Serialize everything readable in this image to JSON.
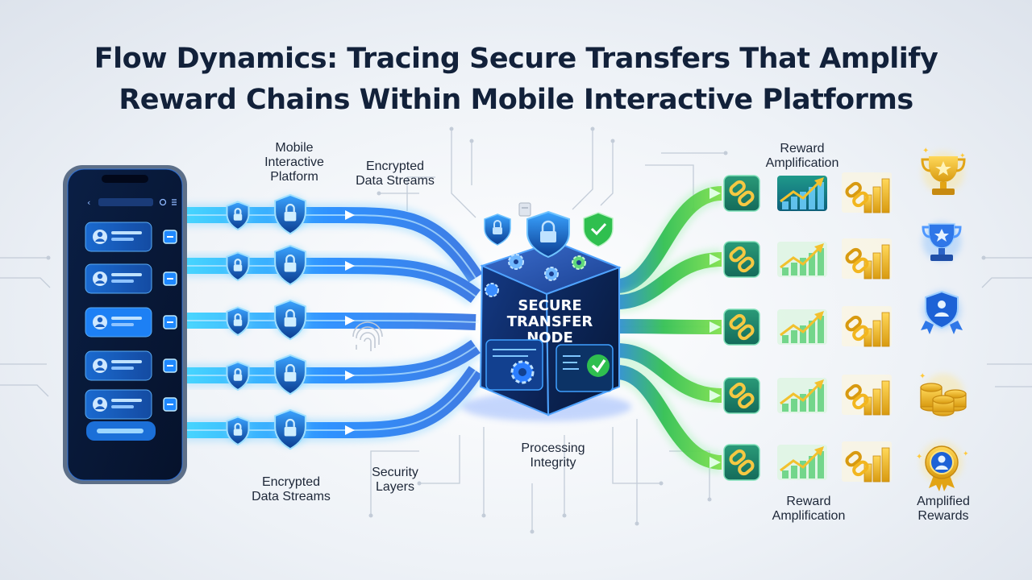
{
  "title": {
    "line1": "Flow Dynamics: Tracing Secure Transfers That Amplify",
    "line2": "Reward Chains Within Mobile Interactive Platforms"
  },
  "labels": {
    "mobile_platform": [
      "Mobile",
      "Interactive",
      "Platform"
    ],
    "encrypted_top": [
      "Encrypted",
      "Data Streams"
    ],
    "reward_amp_top": [
      "Reward",
      "Amplification"
    ],
    "encrypted_bottom": [
      "Encrypted",
      "Data Streams"
    ],
    "security_layers": [
      "Security",
      "Layers"
    ],
    "processing_integrity": [
      "Processing",
      "Integrity"
    ],
    "reward_amp_bottom": [
      "Reward",
      "Amplification"
    ],
    "amplified_rewards": [
      "Amplified",
      "Rewards"
    ]
  },
  "node": {
    "lines": [
      "SECURE",
      "TRANSFER",
      "NODE"
    ]
  },
  "rewards": [
    {
      "icon": "trophy-gold-icon"
    },
    {
      "icon": "trophy-blue-icon"
    },
    {
      "icon": "shield-badge-icon"
    },
    {
      "icon": "coin-stack-icon"
    },
    {
      "icon": "medal-badge-icon"
    }
  ],
  "colors": {
    "blue_flow": "#1e88ff",
    "cyan_flow": "#38d4ff",
    "green_flow": "#2fbf4f",
    "gold": "#f2b61f",
    "node_dark": "#0f2d6b",
    "text_dark": "#12213a"
  }
}
